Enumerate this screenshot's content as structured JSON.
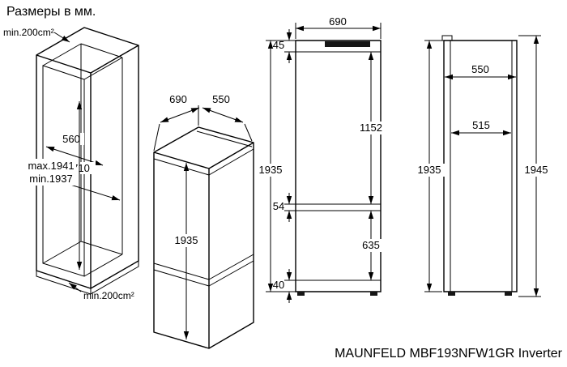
{
  "title": "Размеры в мм.",
  "model_label": "MAUNFELD MBF193NFW1GR Inverter",
  "niche": {
    "vent_top": "min.200cm²",
    "vent_bottom": "min.200cm²",
    "inner_width": "560",
    "inner_depth": "710",
    "height_max": "max.1941",
    "height_min": "min.1937"
  },
  "iso": {
    "width": "690",
    "depth": "550",
    "height": "1935"
  },
  "front": {
    "width": "690",
    "top_section": "45",
    "upper_section": "1152",
    "height": "1935",
    "mid_section": "54",
    "lower_section": "635",
    "bottom_section": "40"
  },
  "side": {
    "depth": "550",
    "inner_depth": "515",
    "height": "1935",
    "overall_height": "1945"
  }
}
